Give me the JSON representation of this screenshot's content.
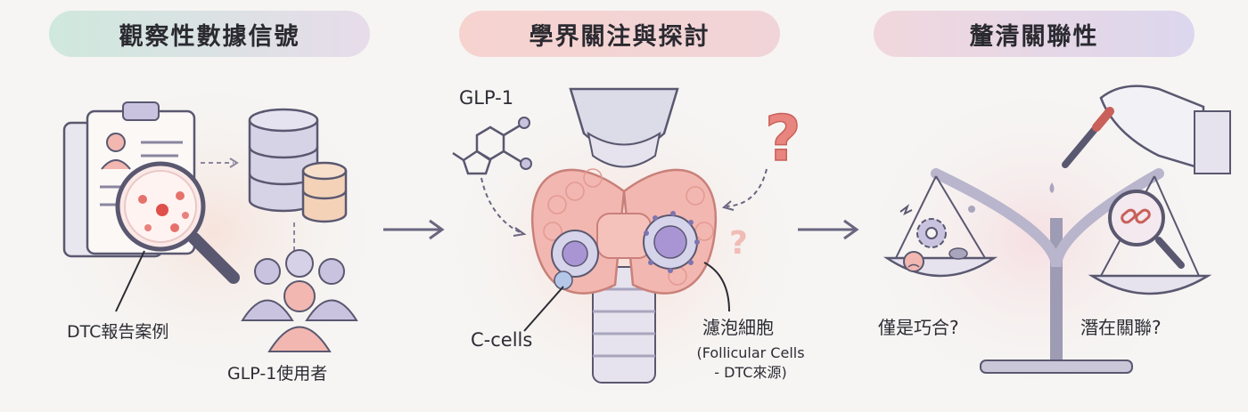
{
  "panels": [
    {
      "title": "觀察性數據信號",
      "labels": {
        "reports": "DTC報告案例",
        "users": "GLP-1使用者"
      }
    },
    {
      "title": "學界關注與探討",
      "labels": {
        "drug": "GLP-1",
        "ccells": "C-cells",
        "follicular": "濾泡細胞",
        "follicular_en": "(Follicular Cells",
        "follicular_en2": "- DTC來源)"
      }
    },
    {
      "title": "釐清關聯性",
      "labels": {
        "coincidence": "僅是巧合?",
        "association": "潛在關聯?"
      }
    }
  ],
  "colors": {
    "accent_red": "#e0504a",
    "outline": "#5a5870",
    "thyroid": "#f2b7b0",
    "lavender": "#c9c3df"
  }
}
